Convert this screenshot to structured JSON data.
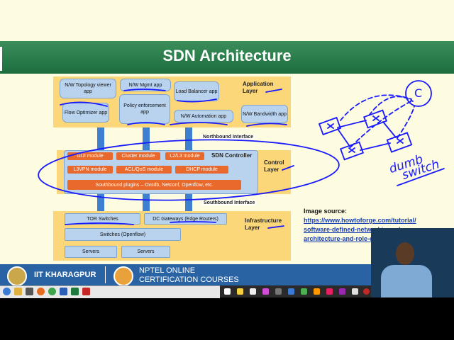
{
  "slide": {
    "title": "SDN Architecture",
    "layers": {
      "application": "Application Layer",
      "control": "Control Layer",
      "infrastructure": "Infrastructure Layer"
    },
    "interfaces": {
      "northbound": "Northbound Interface",
      "southbound": "Southbound Interface"
    },
    "apps": [
      "N/W Topology viewer app",
      "N/W Mgmt app",
      "Load Balancer app",
      "Flow Optimizer app",
      "Policy enforcement app",
      "N/W Automation app",
      "N/W Bandwidth app"
    ],
    "controller": {
      "label": "SDN Controller",
      "modules": [
        "GUI module",
        "Cluster module",
        "L2/L3 module",
        "L3VPN module",
        "ACL/QoS module",
        "DHCP module"
      ],
      "plugins": "Southbound plugins – Ovsdb, Netconf, Openflow, etc."
    },
    "infra": {
      "tor": "TOR Switches",
      "dc": "DC Gateways (Edge Routers)",
      "switches": "Switches (Openflow)",
      "servers1": "Servers",
      "servers2": "Servers"
    },
    "image_source": {
      "label": "Image source:",
      "line1": "https://www.howtoforge.com/tutorial/",
      "line2": "software-defined-networking-sdn-",
      "line3": "architecture-and-role-of-openflow/"
    },
    "annotation": {
      "controller_letter": "C",
      "note_line1": "dumb",
      "note_line2": "switch"
    }
  },
  "footer": {
    "institute": "IIT KHARAGPUR",
    "program_line1": "NPTEL ONLINE",
    "program_line2": "CERTIFICATION COURSES"
  },
  "colors": {
    "title_bar": "#2b7d4b",
    "layer_band": "#fbd77a",
    "box": "#b9d3ee",
    "module": "#e8692b",
    "footer": "#2a63a3",
    "ink": "#1a1aff"
  },
  "icons": {
    "institute_logo": "iit-kgp-logo-icon",
    "nptel_logo": "nptel-logo-icon"
  }
}
